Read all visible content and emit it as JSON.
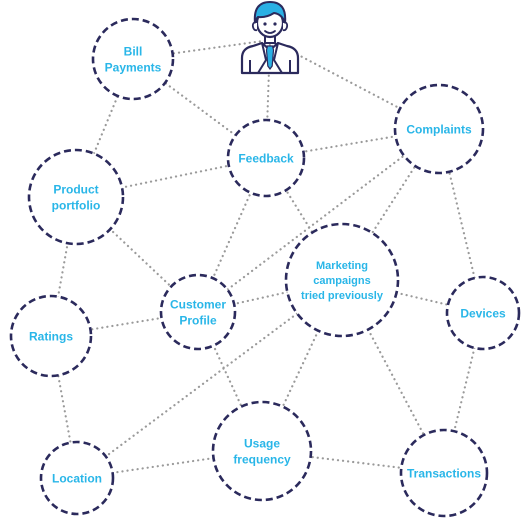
{
  "colors": {
    "label": "#29b6e8",
    "circle_stroke": "#2b2a5c",
    "edge": "#9a9a9a",
    "avatar_hair": "#2ab0e4",
    "avatar_outline": "#2b2a5c",
    "avatar_tie": "#2ab0e4"
  },
  "avatar": {
    "icon": "user-avatar-icon"
  },
  "nodes": [
    {
      "id": "bill-payments",
      "lines": [
        "Bill",
        "Payments"
      ]
    },
    {
      "id": "feedback",
      "lines": [
        "Feedback"
      ]
    },
    {
      "id": "complaints",
      "lines": [
        "Complaints"
      ]
    },
    {
      "id": "product-portfolio",
      "lines": [
        "Product",
        "portfolio"
      ]
    },
    {
      "id": "marketing-campaigns",
      "lines": [
        "Marketing",
        "campaigns",
        "tried previously"
      ]
    },
    {
      "id": "customer-profile",
      "lines": [
        "Customer",
        "Profile"
      ]
    },
    {
      "id": "devices",
      "lines": [
        "Devices"
      ]
    },
    {
      "id": "ratings",
      "lines": [
        "Ratings"
      ]
    },
    {
      "id": "usage-frequency",
      "lines": [
        "Usage",
        "frequency"
      ]
    },
    {
      "id": "location",
      "lines": [
        "Location"
      ]
    },
    {
      "id": "transactions",
      "lines": [
        "Transactions"
      ]
    }
  ],
  "edges": [
    [
      "avatar",
      "bill-payments"
    ],
    [
      "avatar",
      "complaints"
    ],
    [
      "avatar",
      "feedback"
    ],
    [
      "bill-payments",
      "feedback"
    ],
    [
      "bill-payments",
      "product-portfolio"
    ],
    [
      "feedback",
      "complaints"
    ],
    [
      "feedback",
      "product-portfolio"
    ],
    [
      "feedback",
      "customer-profile"
    ],
    [
      "feedback",
      "marketing-campaigns"
    ],
    [
      "complaints",
      "marketing-campaigns"
    ],
    [
      "complaints",
      "devices"
    ],
    [
      "complaints",
      "customer-profile"
    ],
    [
      "product-portfolio",
      "customer-profile"
    ],
    [
      "product-portfolio",
      "ratings"
    ],
    [
      "customer-profile",
      "marketing-campaigns"
    ],
    [
      "customer-profile",
      "ratings"
    ],
    [
      "customer-profile",
      "usage-frequency"
    ],
    [
      "marketing-campaigns",
      "devices"
    ],
    [
      "marketing-campaigns",
      "usage-frequency"
    ],
    [
      "marketing-campaigns",
      "transactions"
    ],
    [
      "devices",
      "transactions"
    ],
    [
      "ratings",
      "location"
    ],
    [
      "location",
      "usage-frequency"
    ],
    [
      "usage-frequency",
      "transactions"
    ],
    [
      "marketing-campaigns",
      "location"
    ]
  ]
}
